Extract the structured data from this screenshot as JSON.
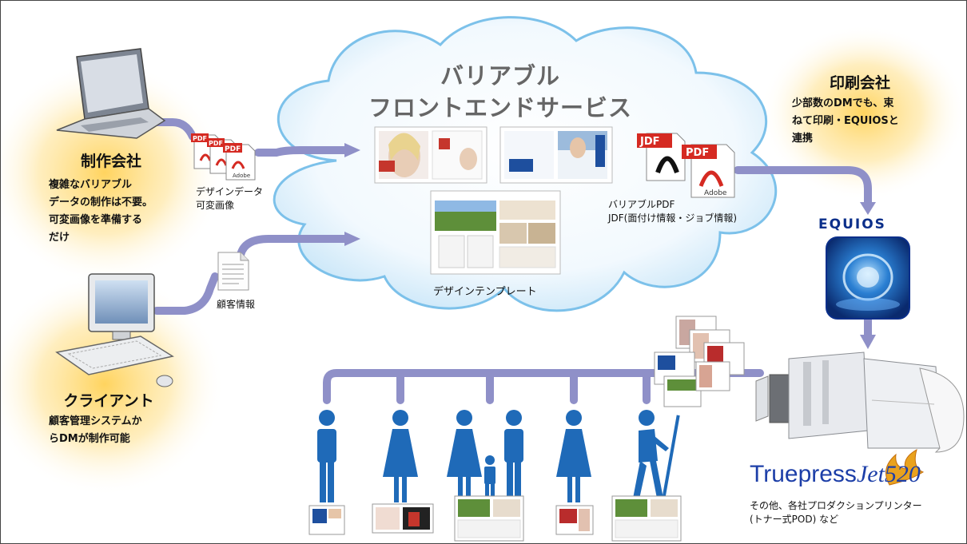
{
  "cloud": {
    "title_line1": "バリアブル",
    "title_line2": "フロントエンドサービス",
    "design_template_label": "デザインテンプレート"
  },
  "creator": {
    "title": "制作会社",
    "description_lines": [
      "複雑なバリアブル",
      "データの制作は不要。",
      "可変画像を準備する",
      "だけ"
    ]
  },
  "client": {
    "title": "クライアント",
    "description_lines": [
      "顧客管理システムか",
      "らDMが制作可能"
    ]
  },
  "printer_company": {
    "title": "印刷会社",
    "description_lines": [
      "少部数のDMでも、束",
      "ねて印刷・EQUIOSと",
      "連携"
    ]
  },
  "labels": {
    "design_data_line1": "デザインデータ",
    "design_data_line2": "可変画像",
    "customer_info": "顧客情報",
    "variable_pdf_line1": "バリアブルPDF",
    "variable_pdf_line2": "JDF(面付け情報・ジョブ情報)"
  },
  "icons": {
    "pdf_badge": "PDF",
    "adobe_label": "Adobe",
    "jdf_badge": "JDF"
  },
  "equios": {
    "logo": "EQUIOS"
  },
  "truepress": {
    "brand_a": "Truepress",
    "brand_b": "Jet520",
    "note_line1": "その他、各社プロダクションプリンター",
    "note_line2": "(トナー式POD) など"
  },
  "colors": {
    "connector": "#8f90c8",
    "person": "#1f6ab8",
    "cloud_edge": "#7cc1ea",
    "glow": "#ffd566",
    "pdf_red": "#d52a22",
    "equios_blue": "#0b2f8a"
  }
}
